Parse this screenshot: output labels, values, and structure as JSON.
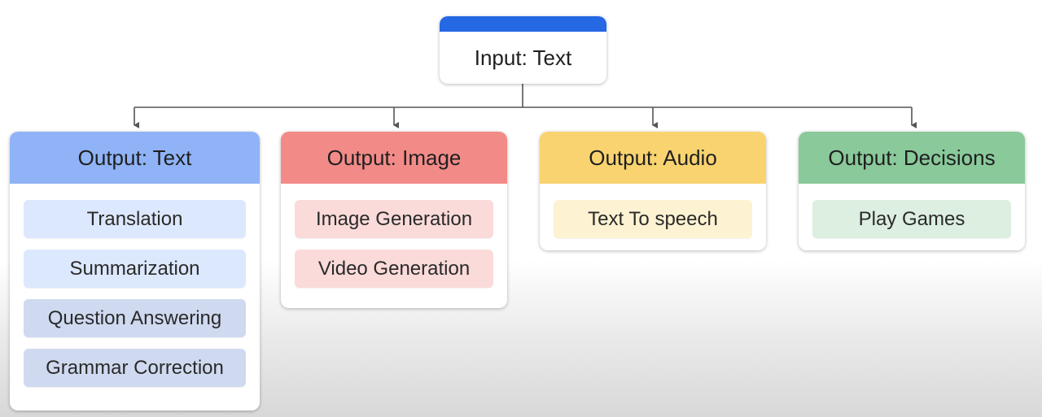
{
  "diagram": {
    "root": {
      "label": "Input: Text",
      "accent_color": "#2468e3"
    },
    "categories": [
      {
        "label": "Output: Text",
        "header_color": "#8fb3f6",
        "item_color": "#dce8fd",
        "items": [
          "Translation",
          "Summarization",
          "Question Answering",
          "Grammar Correction"
        ]
      },
      {
        "label": "Output: Image",
        "header_color": "#f28b88",
        "item_color": "#fadbd9",
        "items": [
          "Image Generation",
          "Video Generation"
        ]
      },
      {
        "label": "Output: Audio",
        "header_color": "#f9d36f",
        "item_color": "#fdf3d2",
        "items": [
          "Text To speech"
        ]
      },
      {
        "label": "Output: Decisions",
        "header_color": "#89c99a",
        "item_color": "#dcefe1",
        "items": [
          "Play Games"
        ]
      }
    ]
  }
}
